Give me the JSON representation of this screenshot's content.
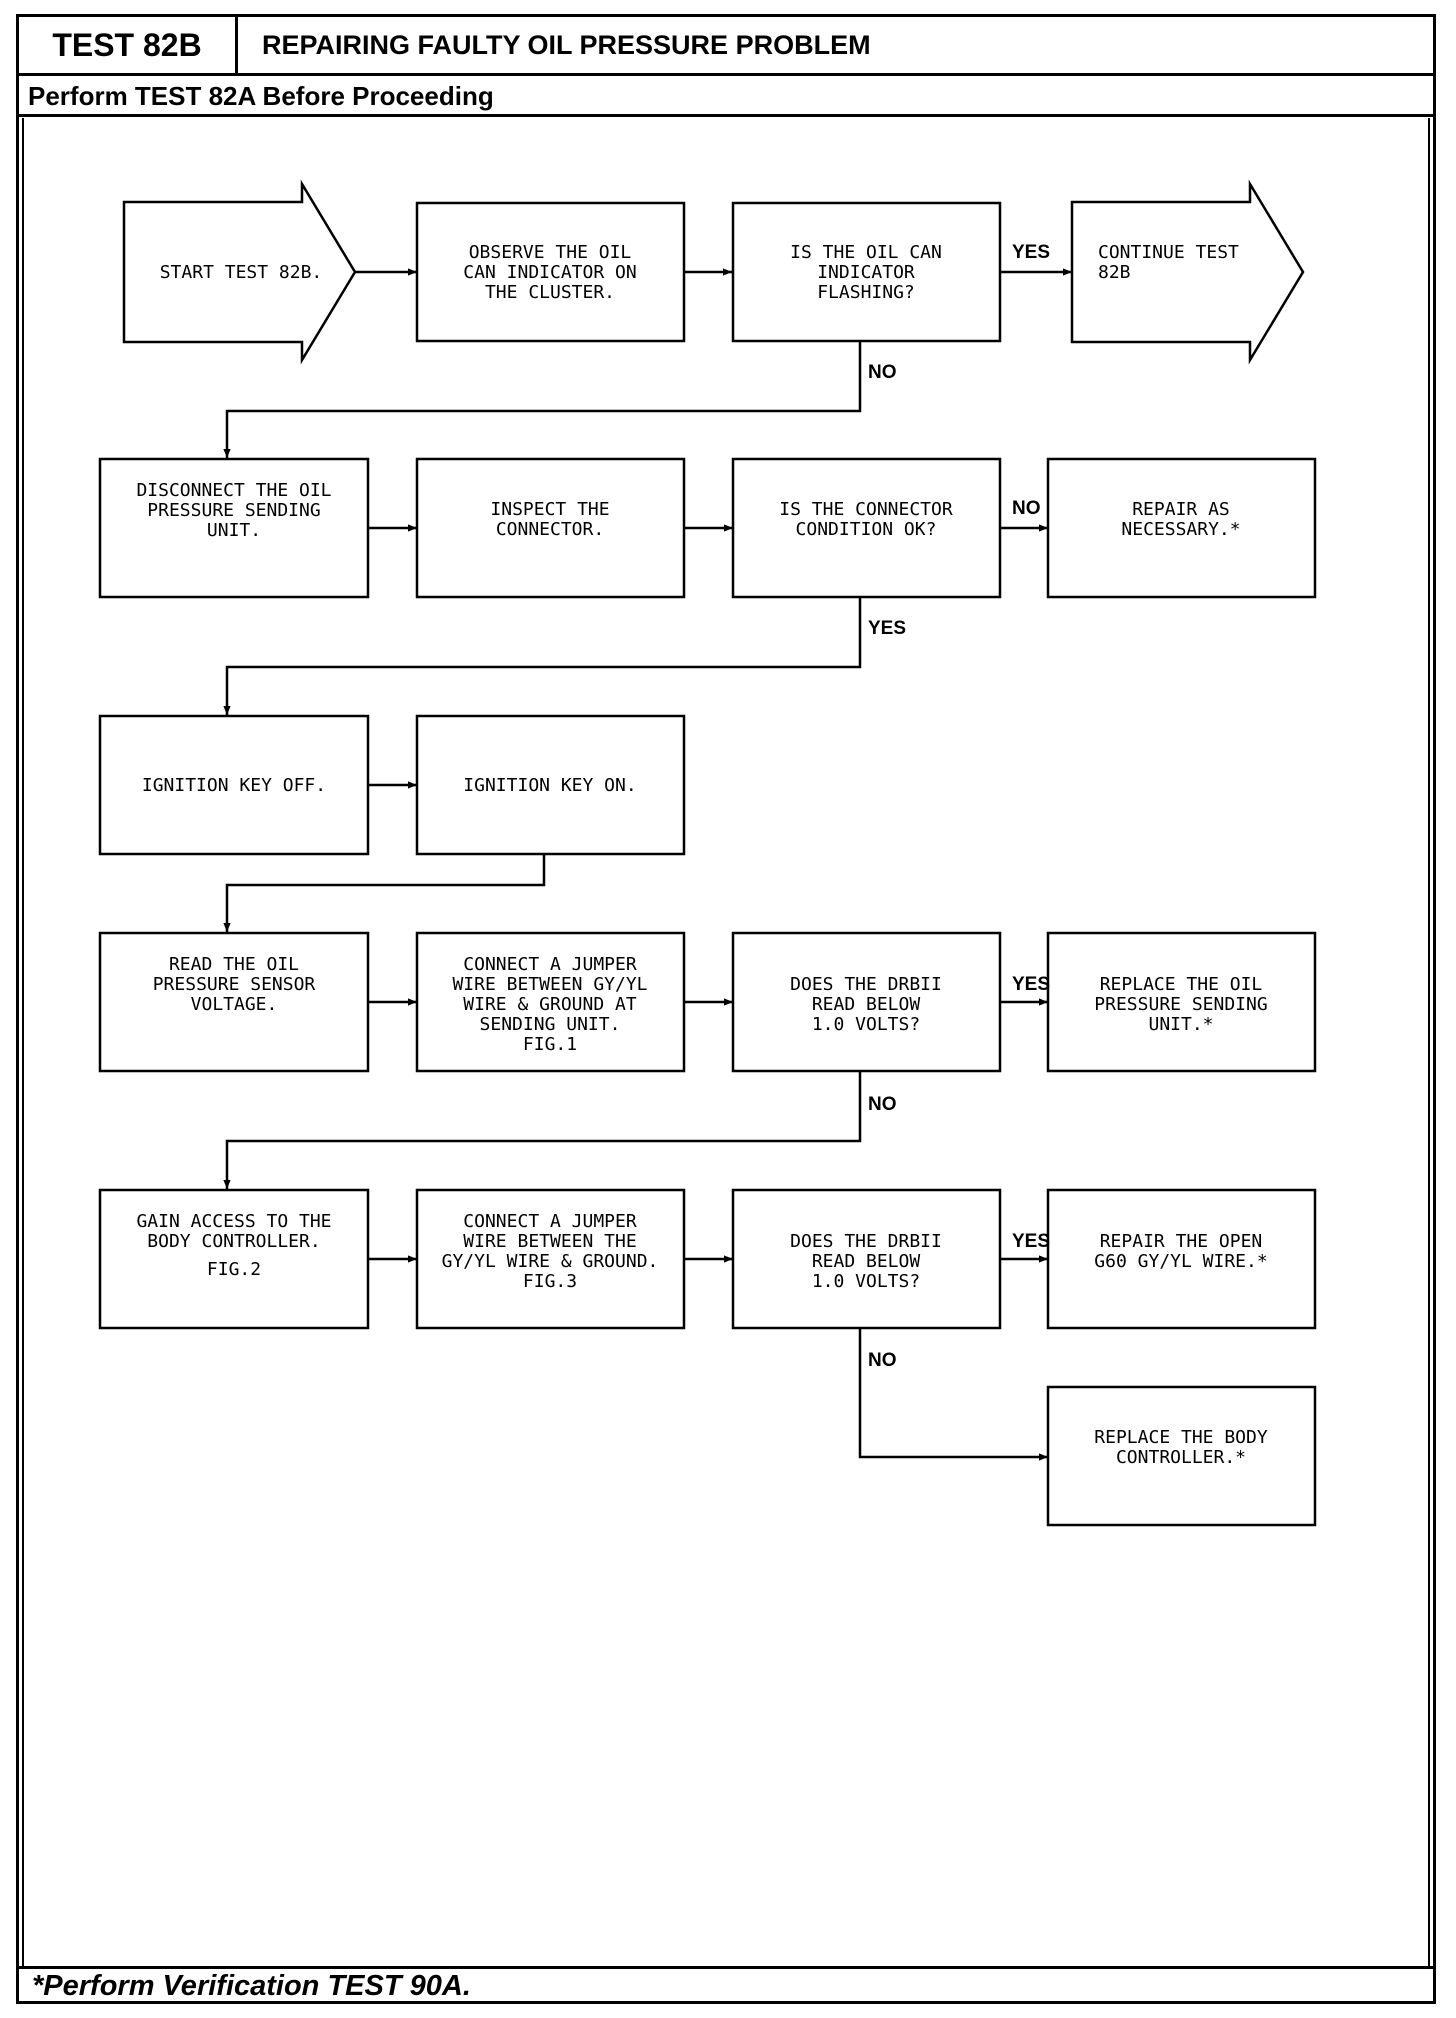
{
  "header": {
    "test_id": "TEST 82B",
    "title": "REPAIRING FAULTY OIL PRESSURE PROBLEM",
    "prerequisite": "Perform TEST 82A Before Proceeding"
  },
  "footer": {
    "note": "*Perform Verification TEST 90A."
  },
  "nodes": {
    "start": [
      "START TEST 82B."
    ],
    "observe": [
      "OBSERVE THE OIL",
      "CAN INDICATOR ON",
      "THE CLUSTER."
    ],
    "q_flashing": [
      "IS THE OIL CAN",
      "INDICATOR",
      "FLASHING?"
    ],
    "continue": [
      "CONTINUE TEST",
      "82B"
    ],
    "disconnect": [
      "DISCONNECT THE OIL",
      "PRESSURE SENDING",
      "UNIT."
    ],
    "inspect": [
      "INSPECT THE",
      "CONNECTOR."
    ],
    "q_connector": [
      "IS THE CONNECTOR",
      "CONDITION OK?"
    ],
    "repair_nec": [
      "REPAIR AS",
      "NECESSARY.*"
    ],
    "key_off": [
      "IGNITION KEY OFF."
    ],
    "key_on": [
      "IGNITION KEY ON."
    ],
    "read_voltage": [
      "READ THE OIL",
      "PRESSURE SENSOR",
      "VOLTAGE."
    ],
    "jumper1": [
      "CONNECT A JUMPER",
      "WIRE BETWEEN GY/YL",
      "WIRE & GROUND AT",
      "SENDING UNIT.",
      "FIG.1"
    ],
    "q_volts1": [
      "DOES THE DRBII",
      "READ BELOW",
      "1.0 VOLTS?"
    ],
    "replace_sender": [
      "REPLACE THE OIL",
      "PRESSURE SENDING",
      "UNIT.*"
    ],
    "gain_access": [
      "GAIN ACCESS TO THE",
      "BODY CONTROLLER.",
      "",
      "FIG.2"
    ],
    "jumper2": [
      "CONNECT A JUMPER",
      "WIRE BETWEEN THE",
      "GY/YL WIRE & GROUND.",
      "",
      "FIG.3"
    ],
    "q_volts2": [
      "DOES THE DRBII",
      "READ BELOW",
      "1.0 VOLTS?"
    ],
    "repair_open": [
      "REPAIR THE OPEN",
      "G60 GY/YL WIRE.*"
    ],
    "replace_body": [
      "REPLACE THE BODY",
      "CONTROLLER.*"
    ]
  },
  "edge_labels": {
    "flashing_yes": "YES",
    "flashing_no": "NO",
    "connector_no": "NO",
    "connector_yes": "YES",
    "volts1_yes": "YES",
    "volts1_no": "NO",
    "volts2_yes": "YES",
    "volts2_no": "NO"
  }
}
